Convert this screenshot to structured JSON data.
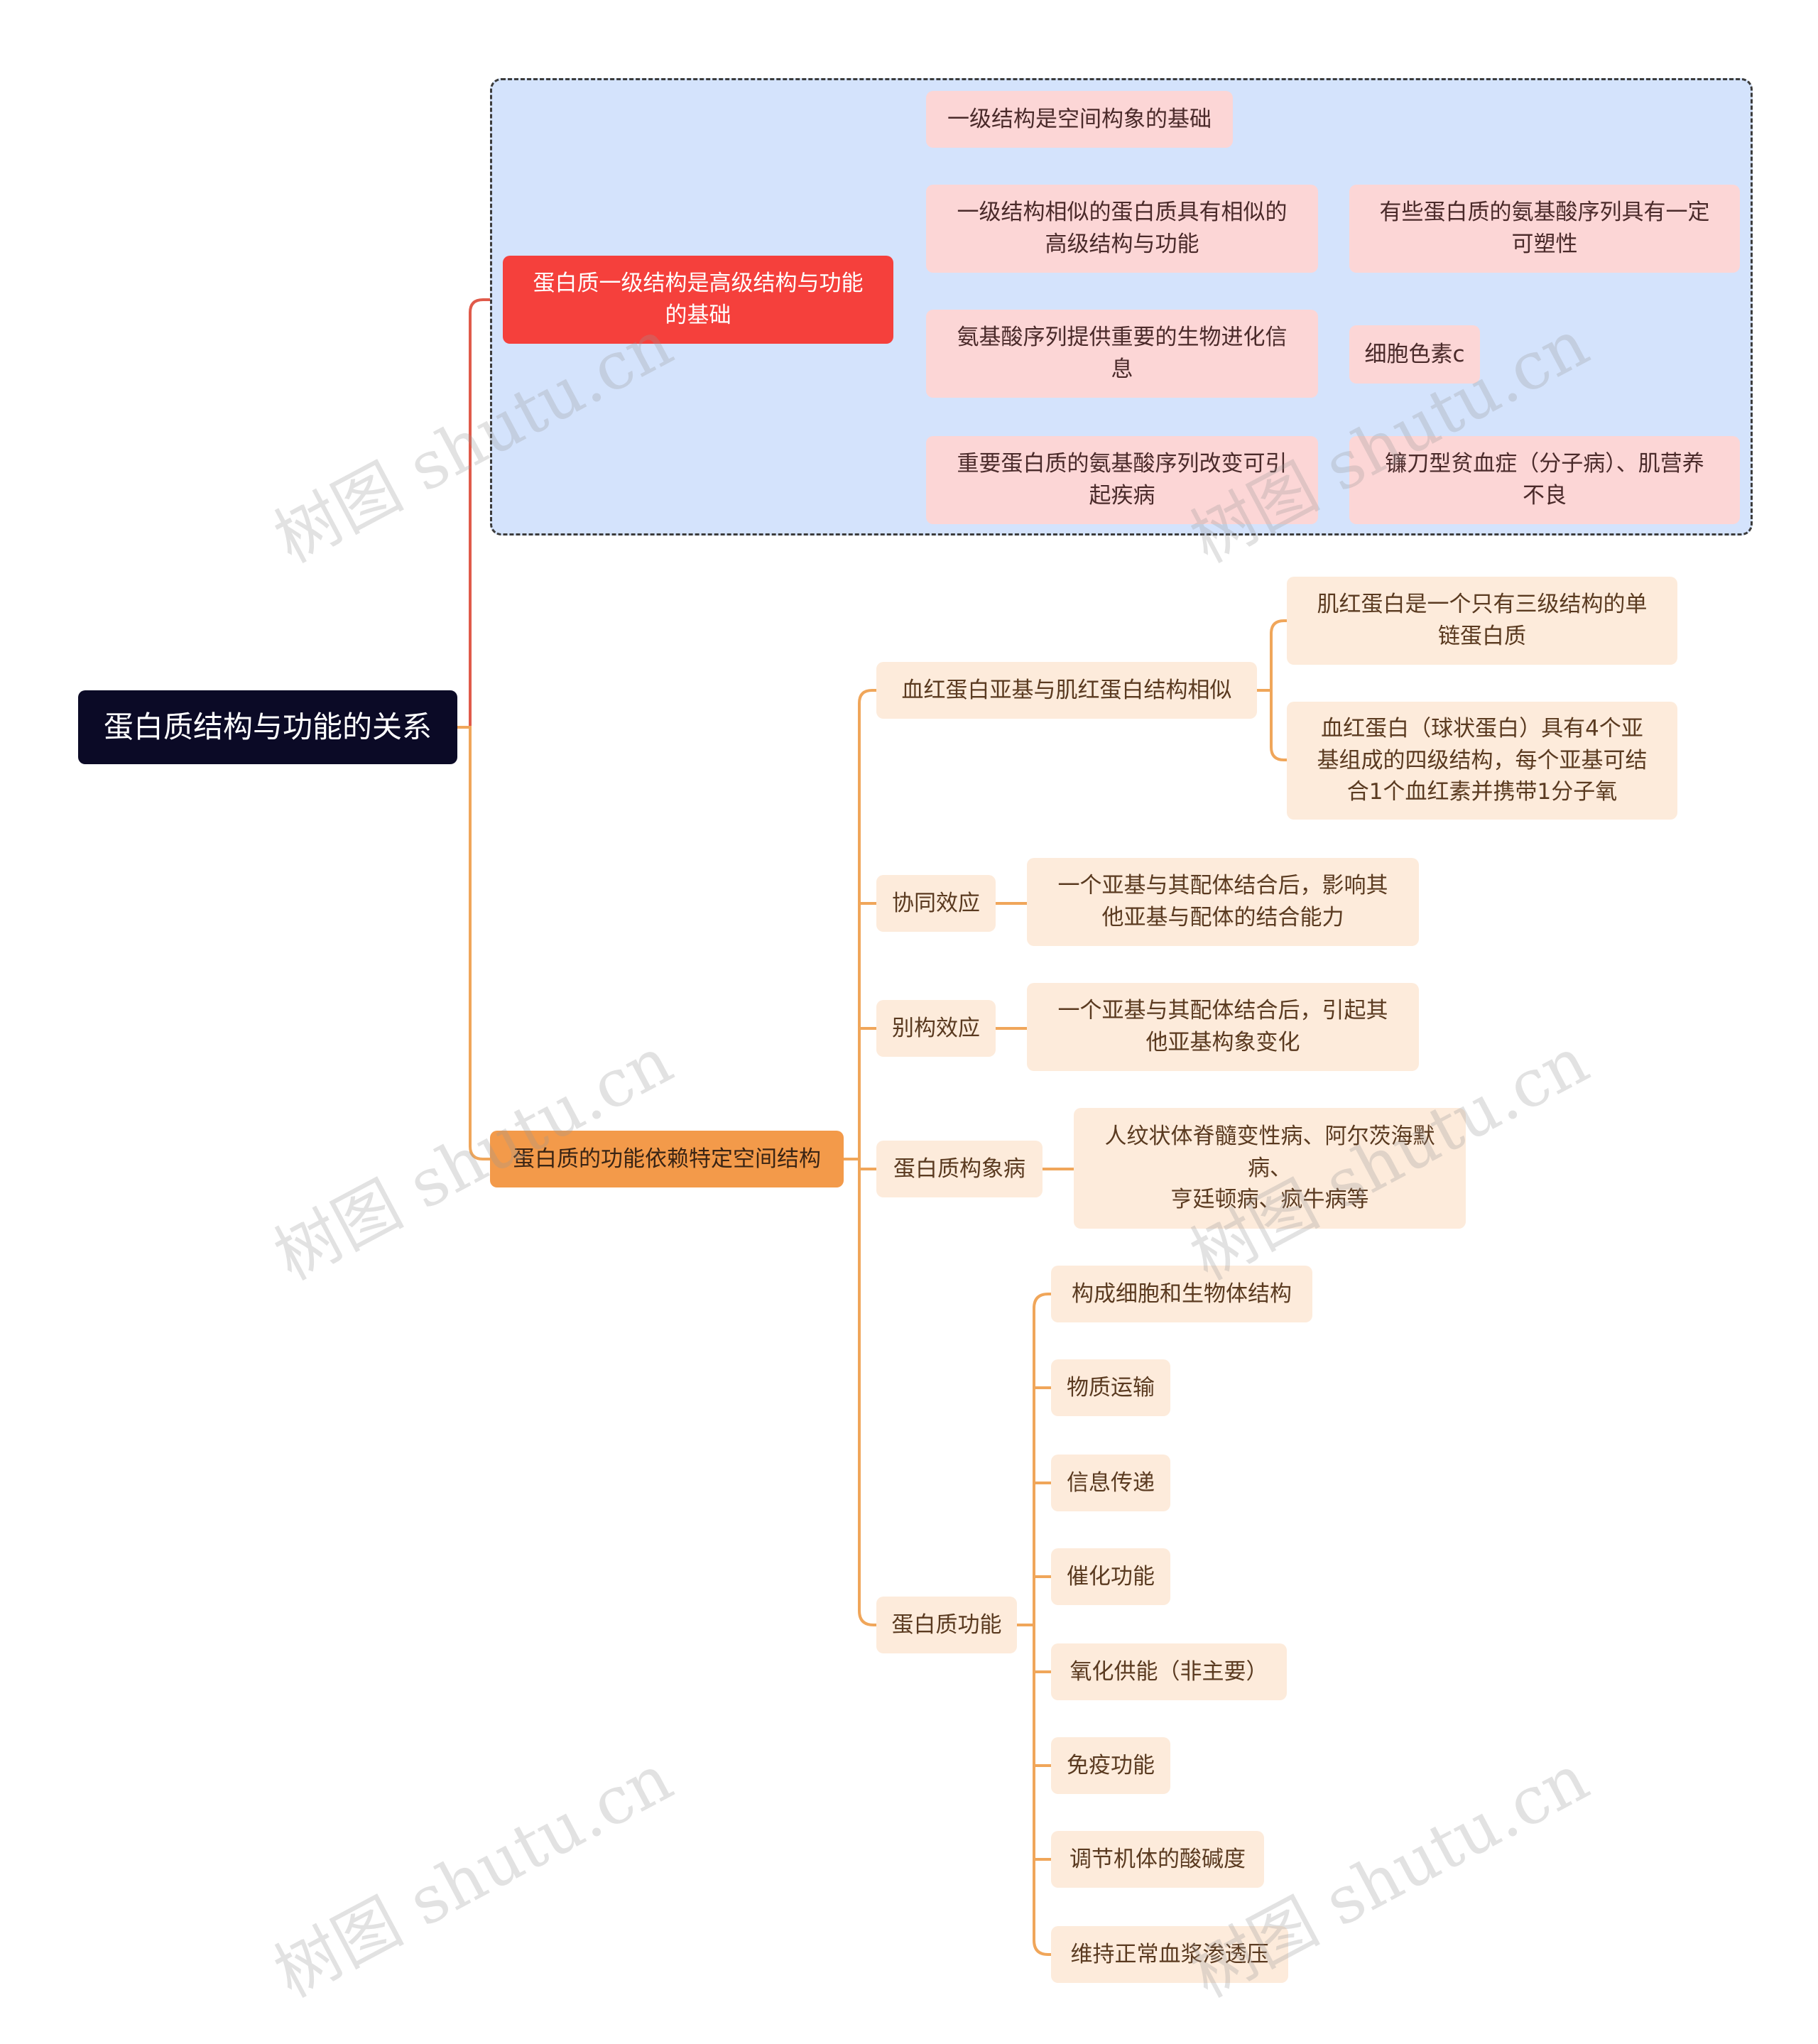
{
  "root": {
    "label": "蛋白质结构与功能的关系"
  },
  "branches": [
    {
      "label": "蛋白质一级结构是高级结构与功能\n的基础",
      "children": [
        {
          "label": "一级结构是空间构象的基础"
        },
        {
          "label": "一级结构相似的蛋白质具有相似的\n高级结构与功能",
          "detail": "有些蛋白质的氨基酸序列具有一定\n可塑性"
        },
        {
          "label": "氨基酸序列提供重要的生物进化信\n息",
          "detail": "细胞色素c"
        },
        {
          "label": "重要蛋白质的氨基酸序列改变可引\n起疾病",
          "detail": "镰刀型贫血症（分子病）、肌营养\n不良"
        }
      ]
    },
    {
      "label": "蛋白质的功能依赖特定空间结构",
      "children": [
        {
          "label": "血红蛋白亚基与肌红蛋白结构相似",
          "details": [
            "肌红蛋白是一个只有三级结构的单\n链蛋白质",
            "血红蛋白（球状蛋白）具有4个亚\n基组成的四级结构，每个亚基可结\n合1个血红素并携带1分子氧"
          ]
        },
        {
          "label": "协同效应",
          "details": [
            "一个亚基与其配体结合后，影响其\n他亚基与配体的结合能力"
          ]
        },
        {
          "label": "别构效应",
          "details": [
            "一个亚基与其配体结合后，引起其\n他亚基构象变化"
          ]
        },
        {
          "label": "蛋白质构象病",
          "details": [
            "人纹状体脊髓变性病、阿尔茨海默\n病、\n亨廷顿病、疯牛病等"
          ]
        },
        {
          "label": "蛋白质功能",
          "details": [
            "构成细胞和生物体结构",
            "物质运输",
            "信息传递",
            "催化功能",
            "氧化供能（非主要）",
            "免疫功能",
            "调节机体的酸碱度",
            "维持正常血浆渗透压"
          ]
        }
      ]
    }
  ],
  "watermark": "树图 shutu.cn",
  "colors": {
    "root": "#0b0a26",
    "branch1": "#f5403c",
    "branch2": "#f39a4a",
    "red_light": "#fcd6d6",
    "orange_light": "#fdebdb",
    "group_bg": "#d4e3fc"
  }
}
